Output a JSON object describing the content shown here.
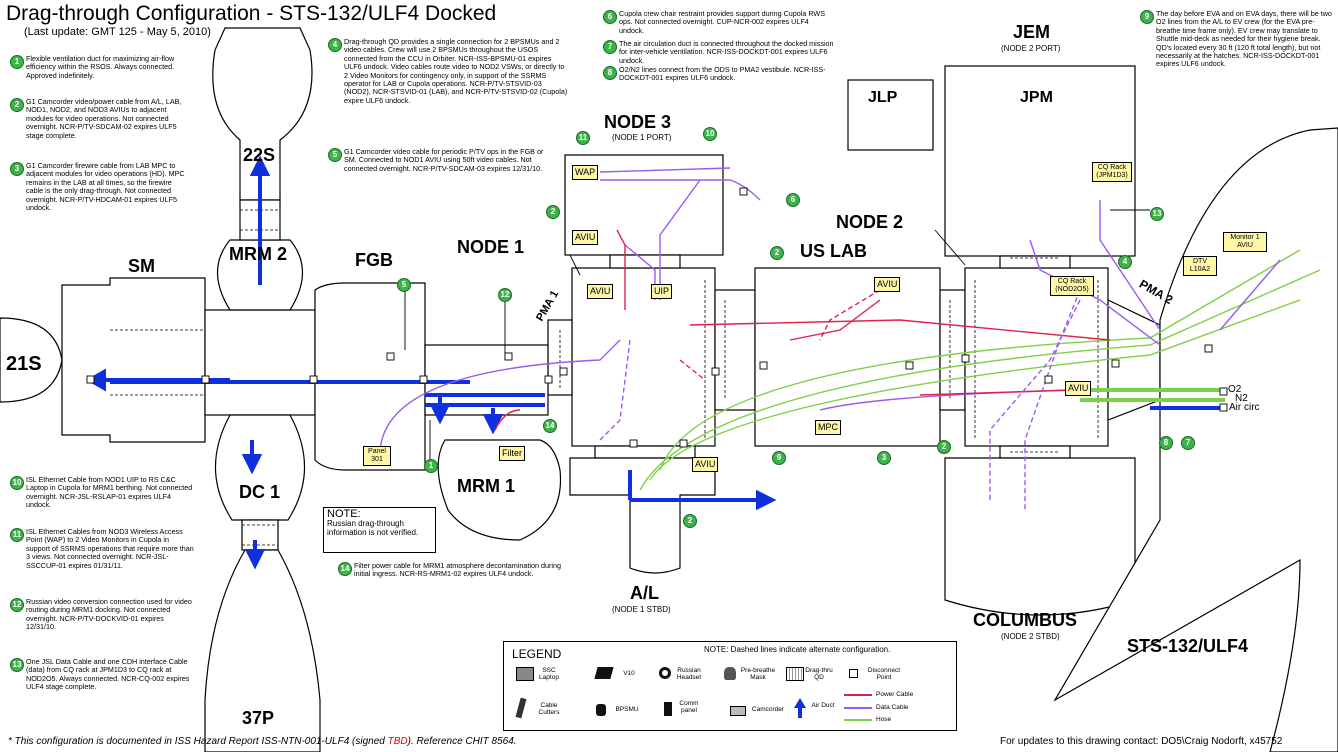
{
  "header": {
    "title": "Drag-through Configuration - STS-132/ULF4 Docked",
    "subtitle": "(Last update: GMT 125 - May 5, 2010)"
  },
  "notes": [
    {
      "num": "1",
      "text": "Flexible ventilation duct for maximizing air-flow efficiency within the RSOS. Always connected. Approved indefinitely."
    },
    {
      "num": "2",
      "text": "G1 Camcorder video/power cable from A/L, LAB, NOD1, NOD2, and NOD3 AVIUs to adjacent modules for video operations. Not connected overnight. NCR-P/TV-SDCAM-02 expires ULF5 stage complete."
    },
    {
      "num": "3",
      "text": "G1 Camcorder firewire cable from LAB MPC to adjacent modules for video operations (HD). MPC remains in the LAB at all times, so the firewire cable is the only drag-through. Not connected overnight. NCR-P/TV-HDCAM-01 expires ULF5 undock."
    },
    {
      "num": "4",
      "text": "Drag-through QD provides a single connection for 2 BPSMUs and 2 video cables. Crew will use 2 BPSMUs throughout the USOS connected from the CCU in Orbiter. NCR-ISS-BPSMU-01 expires ULF6 undock. Video cables route video to NOD2 VSWs, or directly to 2 Video Monitors for contingency only, in support of the SSRMS operator for LAB or Cupola operations. NCR-P/TV-STSVID-03 (NOD2), NCR-STSVID-01 (LAB), and NCR-P/TV-STSVID-02 (Cupola) expire ULF6 undock."
    },
    {
      "num": "5",
      "text": "G1 Camcorder video cable for periodic P/TV ops in the FGB or SM. Connected to NOD1 AVIU using 50ft video cables. Not connected overnight. NCR-P/TV-SDCAM-03 expires 12/31/10."
    },
    {
      "num": "6",
      "text": "Cupola crew chair restraint provides support during Cupola RWS ops. Not connected overnight. CUP-NCR-002 expires ULF4 undock."
    },
    {
      "num": "7",
      "text": "The air circulation duct is connected throughout the docked mission for inter-vehicle ventilation. NCR-ISS-DOCKDT-001 expires ULF6 undock."
    },
    {
      "num": "8",
      "text": "O2/N2 lines connect from the ODS to PMA2 vestibule. NCR-ISS-DOCKDT-001 expires ULF6 undock."
    },
    {
      "num": "9",
      "text": "The day before EVA and on EVA days, there will be two O2 lines from the A/L to EV crew (for the EVA pre-breathe time frame only). EV crew may translate to Shuttle mid-deck as needed for their hygiene break. QD's located every 30 ft (120 ft total length), but not necessarily at the hatches. NCR-ISS-DOCKDT-001 expires ULF6 undock."
    },
    {
      "num": "10",
      "text": "ISL Ethernet Cable from NOD1 UIP to RS C&C Laptop in Cupola for MRM1 berthing. Not connected overnight. NCR-JSL-RSLAP-01 expires ULF4 undock."
    },
    {
      "num": "11",
      "text": "ISL Ethernet Cables from NOD3 Wireless Access Point (WAP) to 2 Video Monitors in Cupola in support of SSRMS operations that require more than 3 views. Not connected overnight. NCR-JSL-SSCCUP-01 expires 01/31/11."
    },
    {
      "num": "12",
      "text": "Russian video conversion connection used for video routing during MRM1 docking. Not connected overnight. NCR-P/TV-DOCKVID-01 expires 12/31/10."
    },
    {
      "num": "13",
      "text": "One JSL Data Cable and one CDH interface Cable (data) from CQ rack at JPM1D3 to CQ rack at NOD2O5. Always connected. NCR-CQ-002 expires ULF4 stage complete."
    },
    {
      "num": "14",
      "text": "Filter power cable for MRM1 atmosphere decontamination during initial ingress. NCR-RS-MRM1-02 expires ULF4 undock."
    }
  ],
  "modules": {
    "sm": "SM",
    "s21": "21S",
    "s22": "22S",
    "mrm2": "MRM 2",
    "dc1": "DC 1",
    "p37": "37P",
    "fgb": "FGB",
    "mrm1": "MRM 1",
    "node1": "NODE 1",
    "pma1": "PMA 1",
    "node3": "NODE 3",
    "node3_sub": "(NODE 1 PORT)",
    "uslab": "US LAB",
    "node2": "NODE 2",
    "pma2": "PMA 2",
    "jem": "JEM",
    "jem_sub": "(NODE 2 PORT)",
    "jlp": "JLP",
    "jpm": "JPM",
    "al": "A/L",
    "al_sub": "(NODE 1 STBD)",
    "columbus": "COLUMBUS",
    "columbus_sub": "(NODE 2 STBD)",
    "orbiter": "STS-132/ULF4"
  },
  "labels": {
    "wap": "WAP",
    "aviu": "AVIU",
    "uip": "UIP",
    "mpc": "MPC",
    "filter": "Filter",
    "panel301": "Panel 301",
    "cq_jpm": "CQ Rack (JPM1D3)",
    "cq_nod2": "CQ Rack (NOD2O5)",
    "monitor1": "Monitor 1 AVIU",
    "dtv": "DTV L10A2",
    "o2": "O2",
    "n2": "N2",
    "aircirc": "Air circ"
  },
  "russian_note": {
    "title": "NOTE:",
    "text": "Russian drag-through information is not verified."
  },
  "legend": {
    "title": "LEGEND",
    "note": "NOTE: Dashed lines indicate alternate configuration.",
    "items": [
      {
        "icon": "laptop-icon",
        "label": "SSC Laptop"
      },
      {
        "icon": "v10-icon",
        "label": "V10"
      },
      {
        "icon": "headset-icon",
        "label": "Russian Headset"
      },
      {
        "icon": "mask-icon",
        "label": "Pre-breathe Mask"
      },
      {
        "icon": "qd-icon",
        "label": "Drag-thru QD"
      },
      {
        "icon": "disconnect-icon",
        "label": "Disconnect Point"
      },
      {
        "icon": "cutters-icon",
        "label": "Cable Cutters"
      },
      {
        "icon": "bpsmu-icon",
        "label": "BPSMU"
      },
      {
        "icon": "comm-panel-icon",
        "label": "Comm panel"
      },
      {
        "icon": "camcorder-icon",
        "label": "Camcorder"
      },
      {
        "icon": "air-duct-icon",
        "label": "Air Duct"
      }
    ],
    "lines": [
      {
        "label": "Power Cable",
        "color": "#e0204a"
      },
      {
        "label": "Data Cable",
        "color": "#9a5af0"
      },
      {
        "label": "Hose",
        "color": "#7ed04a"
      }
    ]
  },
  "footer": {
    "left_prefix": "* This configuration is documented in ISS Hazard Report ISS-NTN-001-ULF4 (signed ",
    "left_tbd": "TBD",
    "left_suffix": ").  Reference CHIT 8564.",
    "right": "For updates to this drawing contact: DO5\\Craig Nodorft, x45752"
  },
  "colors": {
    "power": "#e0204a",
    "data": "#9a5af0",
    "hose": "#7ed04a",
    "duct": "#1030e0",
    "badge": "#3db34a",
    "box": "#fff7a8",
    "tbd": "#e00000"
  }
}
